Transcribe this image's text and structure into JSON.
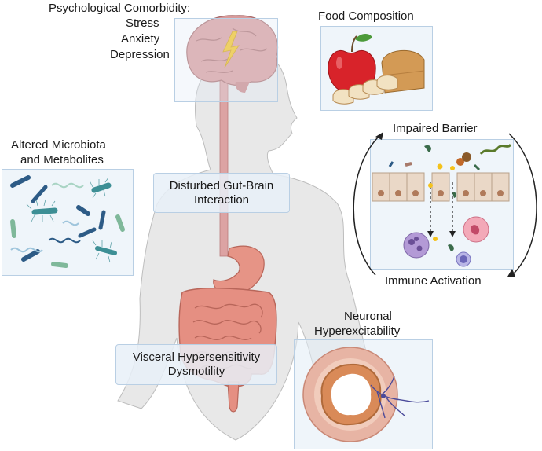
{
  "labels": {
    "psych_title": "Psychological Comorbidity:",
    "psych_items": [
      "Stress",
      "Anxiety",
      "Depression"
    ],
    "food": "Food Composition",
    "microbiota_line1": "Altered Microbiota",
    "microbiota_line2": "and Metabolites",
    "gut_brain_line1": "Disturbed Gut-Brain",
    "gut_brain_line2": "Interaction",
    "barrier": "Impaired Barrier",
    "immune": "Immune Activation",
    "neuronal_line1": "Neuronal",
    "neuronal_line2": "Hyperexcitability",
    "visceral_line1": "Visceral Hypersensitivity",
    "visceral_line2": "Dysmotility"
  },
  "colors": {
    "panel_border": "#b9cfe4",
    "panel_fill": "#e2ecf6",
    "body_silhouette": "#e6e6e6",
    "brain": "#d99a9a",
    "intestine": "#e58f82",
    "bolt": "#f4c21b",
    "bacteria_teal": "#3d8f95",
    "bacteria_navy": "#2d5b86",
    "bacteria_green": "#7fb89a"
  }
}
